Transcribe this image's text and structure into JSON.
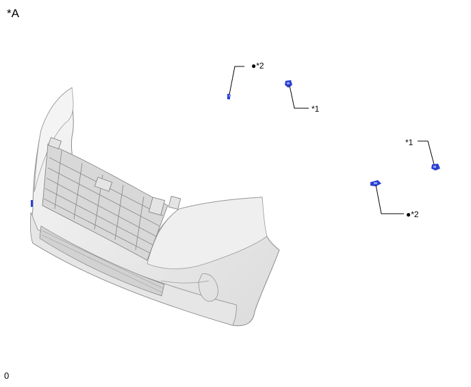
{
  "view_label": "*A",
  "page_code": "0",
  "callouts": [
    {
      "id": "c1",
      "text": "●*2",
      "part": 2
    },
    {
      "id": "c2",
      "text": "*1",
      "part": 1
    },
    {
      "id": "c3",
      "text": "*1",
      "part": 1
    },
    {
      "id": "c4",
      "text": "●*2",
      "part": 2
    }
  ],
  "colors": {
    "line": "#000000",
    "part_blue": "#2a3fd6",
    "bumper_fill": "#ececec",
    "bumper_edge": "#8a8a8a"
  }
}
